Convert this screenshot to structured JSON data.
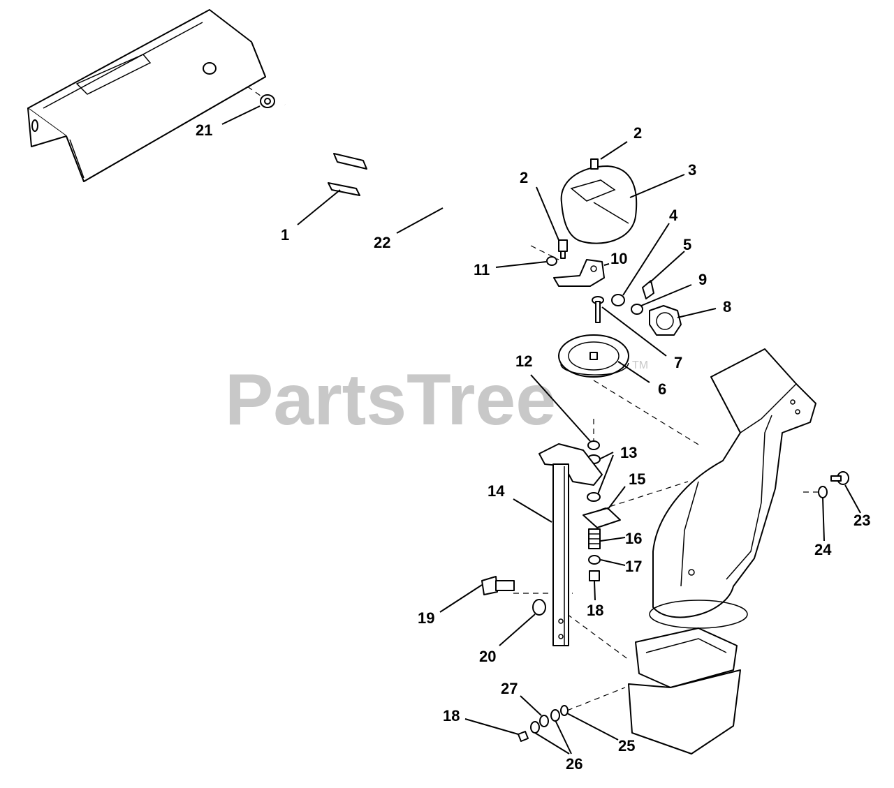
{
  "watermark": {
    "text": "PartsTree",
    "trademark": "TM"
  },
  "callouts": {
    "c1": "1",
    "c2a": "2",
    "c2b": "2",
    "c3": "3",
    "c4": "4",
    "c5": "5",
    "c6": "6",
    "c7": "7",
    "c8": "8",
    "c9": "9",
    "c10": "10",
    "c11": "11",
    "c12": "12",
    "c13": "13",
    "c14": "14",
    "c15": "15",
    "c16": "16",
    "c17": "17",
    "c18a": "18",
    "c18b": "18",
    "c19": "19",
    "c20": "20",
    "c21": "21",
    "c22": "22",
    "c23": "23",
    "c24": "24",
    "c25": "25",
    "c26": "26",
    "c27": "27"
  }
}
